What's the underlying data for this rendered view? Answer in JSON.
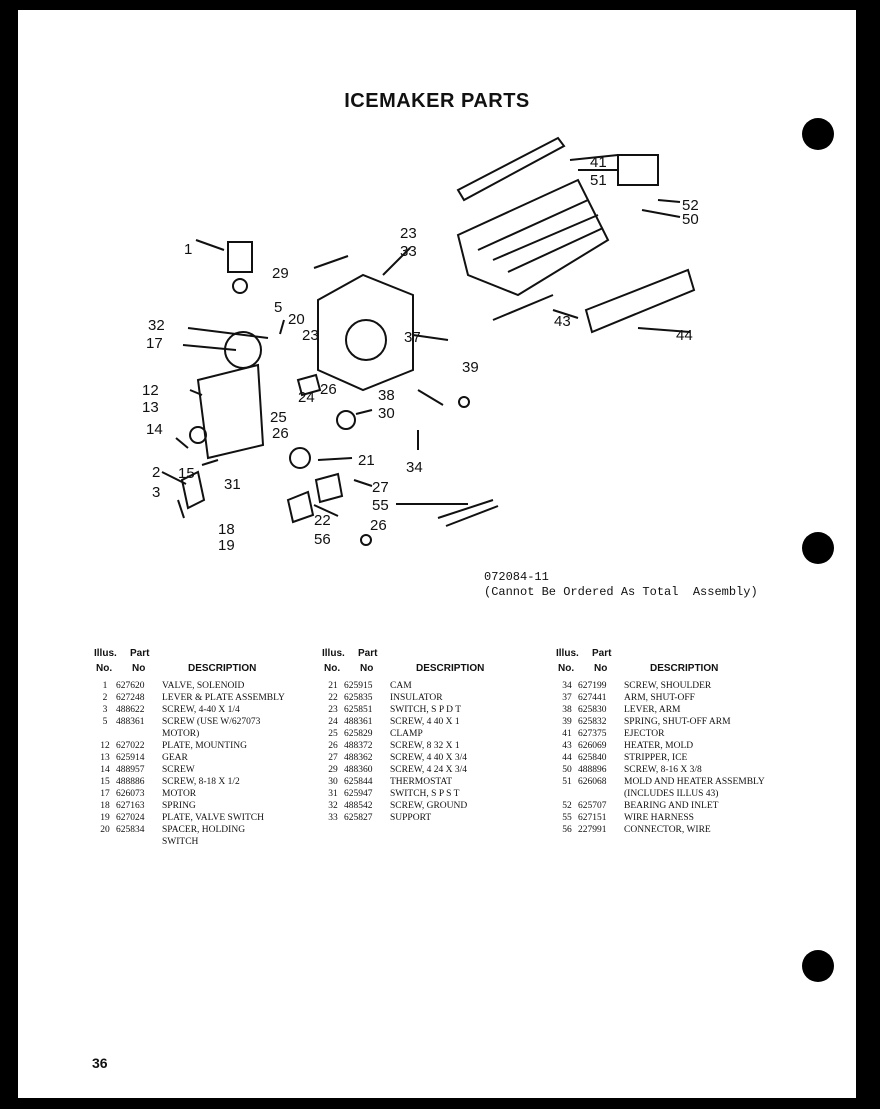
{
  "title": "ICEMAKER PARTS",
  "diagram": {
    "callouts": [
      "1",
      "2",
      "3",
      "5",
      "12",
      "13",
      "14",
      "15",
      "17",
      "18",
      "19",
      "20",
      "21",
      "22",
      "23",
      "23",
      "24",
      "25",
      "26",
      "26",
      "26",
      "27",
      "29",
      "30",
      "31",
      "32",
      "33",
      "37",
      "38",
      "39",
      "41",
      "43",
      "44",
      "50",
      "51",
      "52",
      "55",
      "56",
      "34"
    ],
    "drawing_number": "072084-11",
    "note": "(Cannot Be Ordered As Total  Assembly)"
  },
  "table": {
    "header": {
      "illus_top": "Illus.",
      "part_top": "Part",
      "no": "No.",
      "part_no": "No",
      "description": "DESCRIPTION"
    },
    "columns": [
      [
        {
          "no": "1",
          "part": "627620",
          "desc": "VALVE, SOLENOID"
        },
        {
          "no": "2",
          "part": "627248",
          "desc": "LEVER & PLATE ASSEMBLY"
        },
        {
          "no": "3",
          "part": "488622",
          "desc": "SCREW, 4-40 x 1/4"
        },
        {
          "no": "5",
          "part": "488361",
          "desc": "SCREW (USE W/627073\nMOTOR)"
        },
        {
          "no": "12",
          "part": "627022",
          "desc": "PLATE, MOUNTING"
        },
        {
          "no": "13",
          "part": "625914",
          "desc": "GEAR"
        },
        {
          "no": "14",
          "part": "488957",
          "desc": "SCREW"
        },
        {
          "no": "15",
          "part": "488886",
          "desc": "SCREW, 8-18 x 1/2"
        },
        {
          "no": "17",
          "part": "626073",
          "desc": "MOTOR"
        },
        {
          "no": "18",
          "part": "627163",
          "desc": "SPRING"
        },
        {
          "no": "19",
          "part": "627024",
          "desc": "PLATE, VALVE SWITCH"
        },
        {
          "no": "20",
          "part": "625834",
          "desc": "SPACER, HOLDING\nSWITCH"
        }
      ],
      [
        {
          "no": "21",
          "part": "625915",
          "desc": "CAM"
        },
        {
          "no": "22",
          "part": "625835",
          "desc": "INSULATOR"
        },
        {
          "no": "23",
          "part": "625851",
          "desc": "SWITCH, S P D T"
        },
        {
          "no": "24",
          "part": "488361",
          "desc": "SCREW, 4 40 x 1"
        },
        {
          "no": "25",
          "part": "625829",
          "desc": "CLAMP"
        },
        {
          "no": "26",
          "part": "488372",
          "desc": "SCREW, 8 32 x 1"
        },
        {
          "no": "27",
          "part": "488362",
          "desc": "SCREW, 4 40 x 3/4"
        },
        {
          "no": "29",
          "part": "488360",
          "desc": "SCREW, 4 24 x 3/4"
        },
        {
          "no": "30",
          "part": "625844",
          "desc": "THERMOSTAT"
        },
        {
          "no": "31",
          "part": "625947",
          "desc": "SWITCH, S P S T"
        },
        {
          "no": "32",
          "part": "488542",
          "desc": "SCREW, GROUND"
        },
        {
          "no": "33",
          "part": "625827",
          "desc": "SUPPORT"
        }
      ],
      [
        {
          "no": "34",
          "part": "627199",
          "desc": "SCREW, SHOULDER"
        },
        {
          "no": "37",
          "part": "627441",
          "desc": "ARM, SHUT-OFF"
        },
        {
          "no": "38",
          "part": "625830",
          "desc": "LEVER, ARM"
        },
        {
          "no": "39",
          "part": "625832",
          "desc": "SPRING, SHUT-OFF ARM"
        },
        {
          "no": "41",
          "part": "627375",
          "desc": "EJECTOR"
        },
        {
          "no": "43",
          "part": "626069",
          "desc": "HEATER, MOLD"
        },
        {
          "no": "44",
          "part": "625840",
          "desc": "STRIPPER, ICE"
        },
        {
          "no": "50",
          "part": "488896",
          "desc": "SCREW, 8-16 x 3/8"
        },
        {
          "no": "51",
          "part": "626068",
          "desc": "MOLD AND HEATER ASSEMBLY\n(INCLUDES ILLUS 43)"
        },
        {
          "no": "52",
          "part": "625707",
          "desc": "BEARING AND INLET"
        },
        {
          "no": "55",
          "part": "627151",
          "desc": "WIRE HARNESS"
        },
        {
          "no": "56",
          "part": "227991",
          "desc": "CONNECTOR, WIRE"
        }
      ]
    ]
  },
  "page_number": "36"
}
